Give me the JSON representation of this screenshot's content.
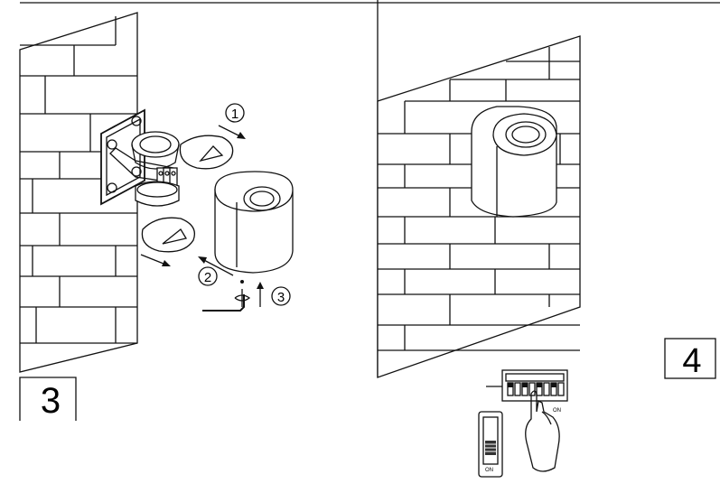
{
  "steps": {
    "step_1": "1",
    "step_2": "2",
    "step_3": "3"
  },
  "panels": {
    "left_number": "3",
    "right_number": "4"
  },
  "switch_labels": {
    "dip_on": "ON",
    "slider_on": "ON"
  }
}
